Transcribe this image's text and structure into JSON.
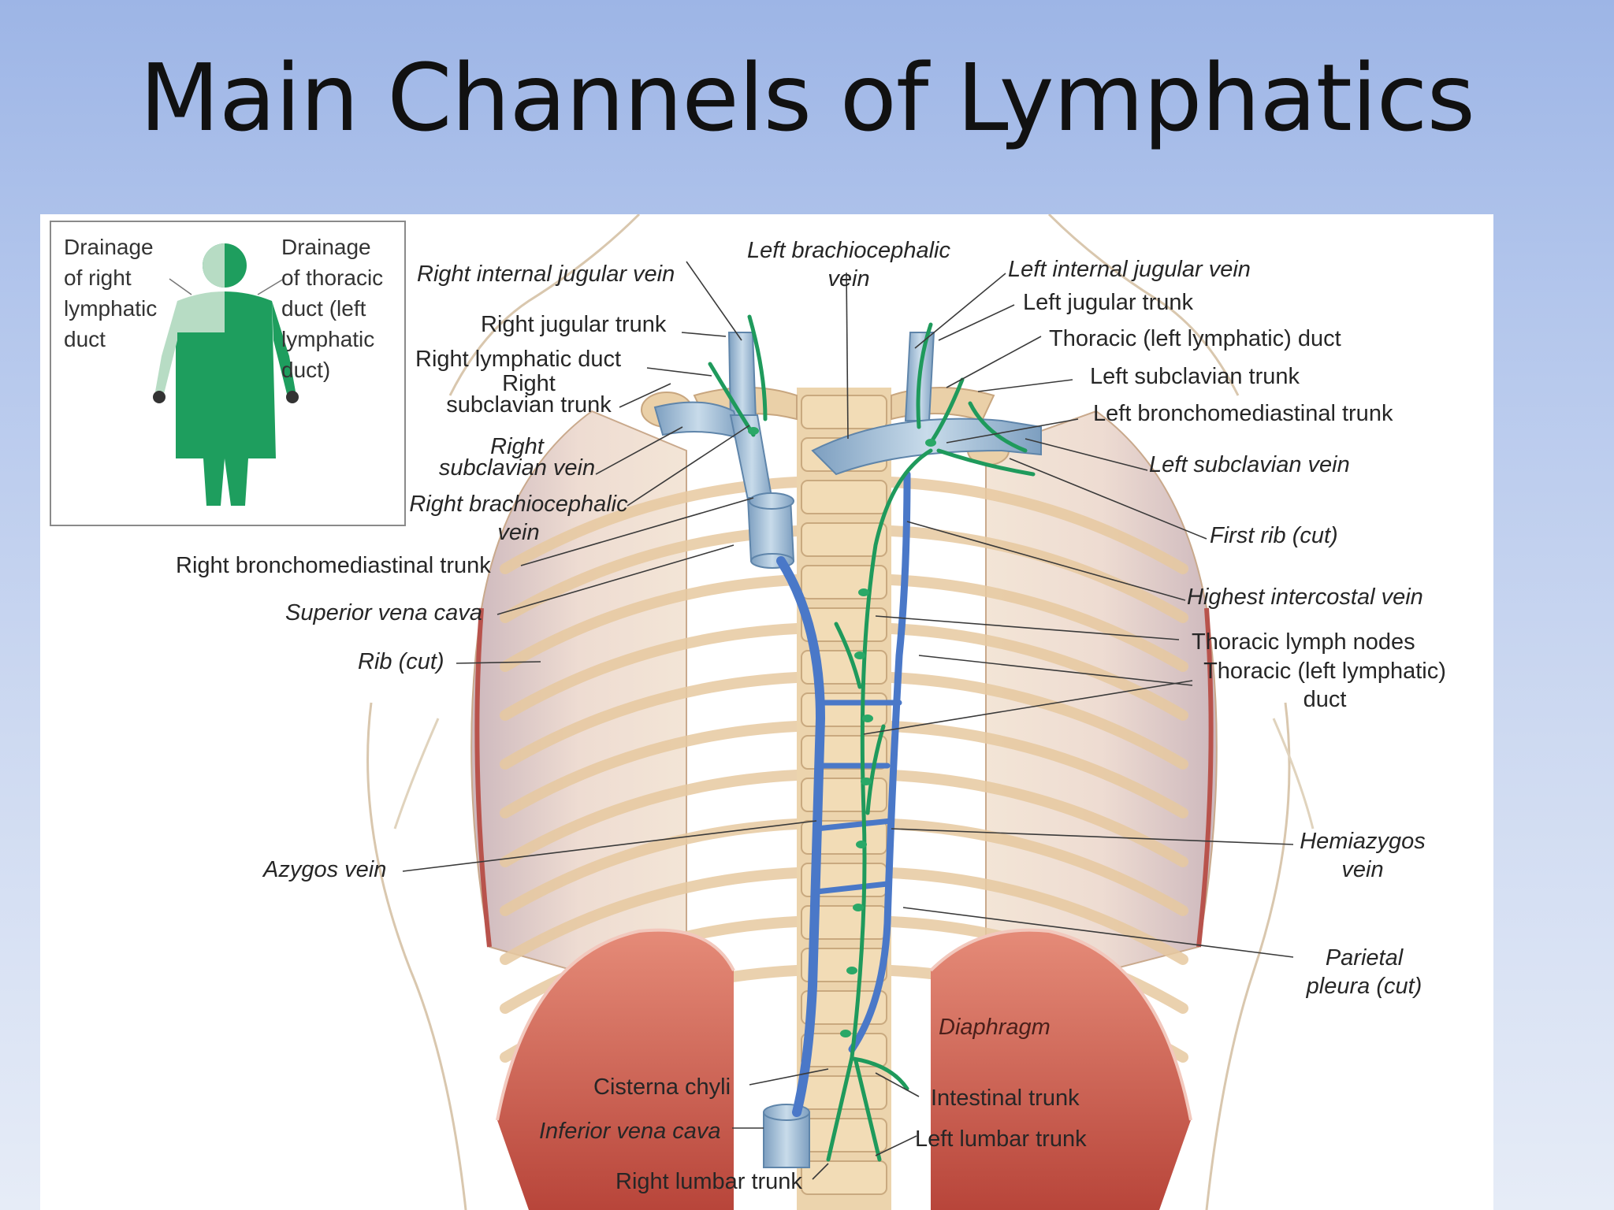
{
  "slide": {
    "title": "Main Channels of Lymphatics"
  },
  "inset": {
    "left_caption": [
      "Drainage",
      "of right",
      "lymphatic",
      "duct"
    ],
    "right_caption": [
      "Drainage",
      "of thoracic",
      "duct (left",
      "lymphatic",
      "duct)"
    ]
  },
  "labels": {
    "right_internal_jugular_vein": "Right internal jugular vein",
    "left_brachiocephalic_vein": [
      "Left brachiocephalic",
      "vein"
    ],
    "left_internal_jugular_vein": "Left internal jugular vein",
    "left_jugular_trunk": "Left jugular trunk",
    "right_jugular_trunk": "Right jugular trunk",
    "thoracic_duct_top": "Thoracic (left lymphatic) duct",
    "right_lymphatic_duct": "Right lymphatic duct",
    "left_subclavian_trunk": "Left subclavian trunk",
    "right_subclavian_trunk": [
      "Right",
      "subclavian trunk"
    ],
    "left_bronchomediastinal_trunk": "Left bronchomediastinal trunk",
    "right_subclavian_vein": [
      "Right",
      "subclavian vein"
    ],
    "left_subclavian_vein": "Left subclavian vein",
    "right_brachiocephalic_vein": [
      "Right brachiocephalic",
      "vein"
    ],
    "first_rib": "First rib (cut)",
    "right_bronchomediastinal_trunk": "Right bronchomediastinal trunk",
    "highest_intercostal_vein": "Highest intercostal vein",
    "superior_vena_cava": "Superior vena cava",
    "thoracic_lymph_nodes": "Thoracic lymph nodes",
    "rib_cut": "Rib (cut)",
    "thoracic_duct_mid": [
      "Thoracic (left lymphatic)",
      "duct"
    ],
    "hemiazygos_vein": [
      "Hemiazygos",
      "vein"
    ],
    "azygos_vein": "Azygos vein",
    "parietal_pleura": [
      "Parietal",
      "pleura (cut)"
    ],
    "diaphragm": "Diaphragm",
    "cisterna_chyli": "Cisterna chyli",
    "intestinal_trunk": "Intestinal trunk",
    "inferior_vena_cava": "Inferior vena cava",
    "left_lumbar_trunk": "Left lumbar trunk",
    "right_lumbar_trunk": "Right lumbar trunk"
  },
  "colors": {
    "lymph_green": "#1f9a5c",
    "vein_blue": "#8fb1cf",
    "azygos_blue": "#4a78c8",
    "rib_tan": "#e7c9a0",
    "pleura_pink": "#eed6cf",
    "diaphragm_red": "#cc5a4a"
  }
}
